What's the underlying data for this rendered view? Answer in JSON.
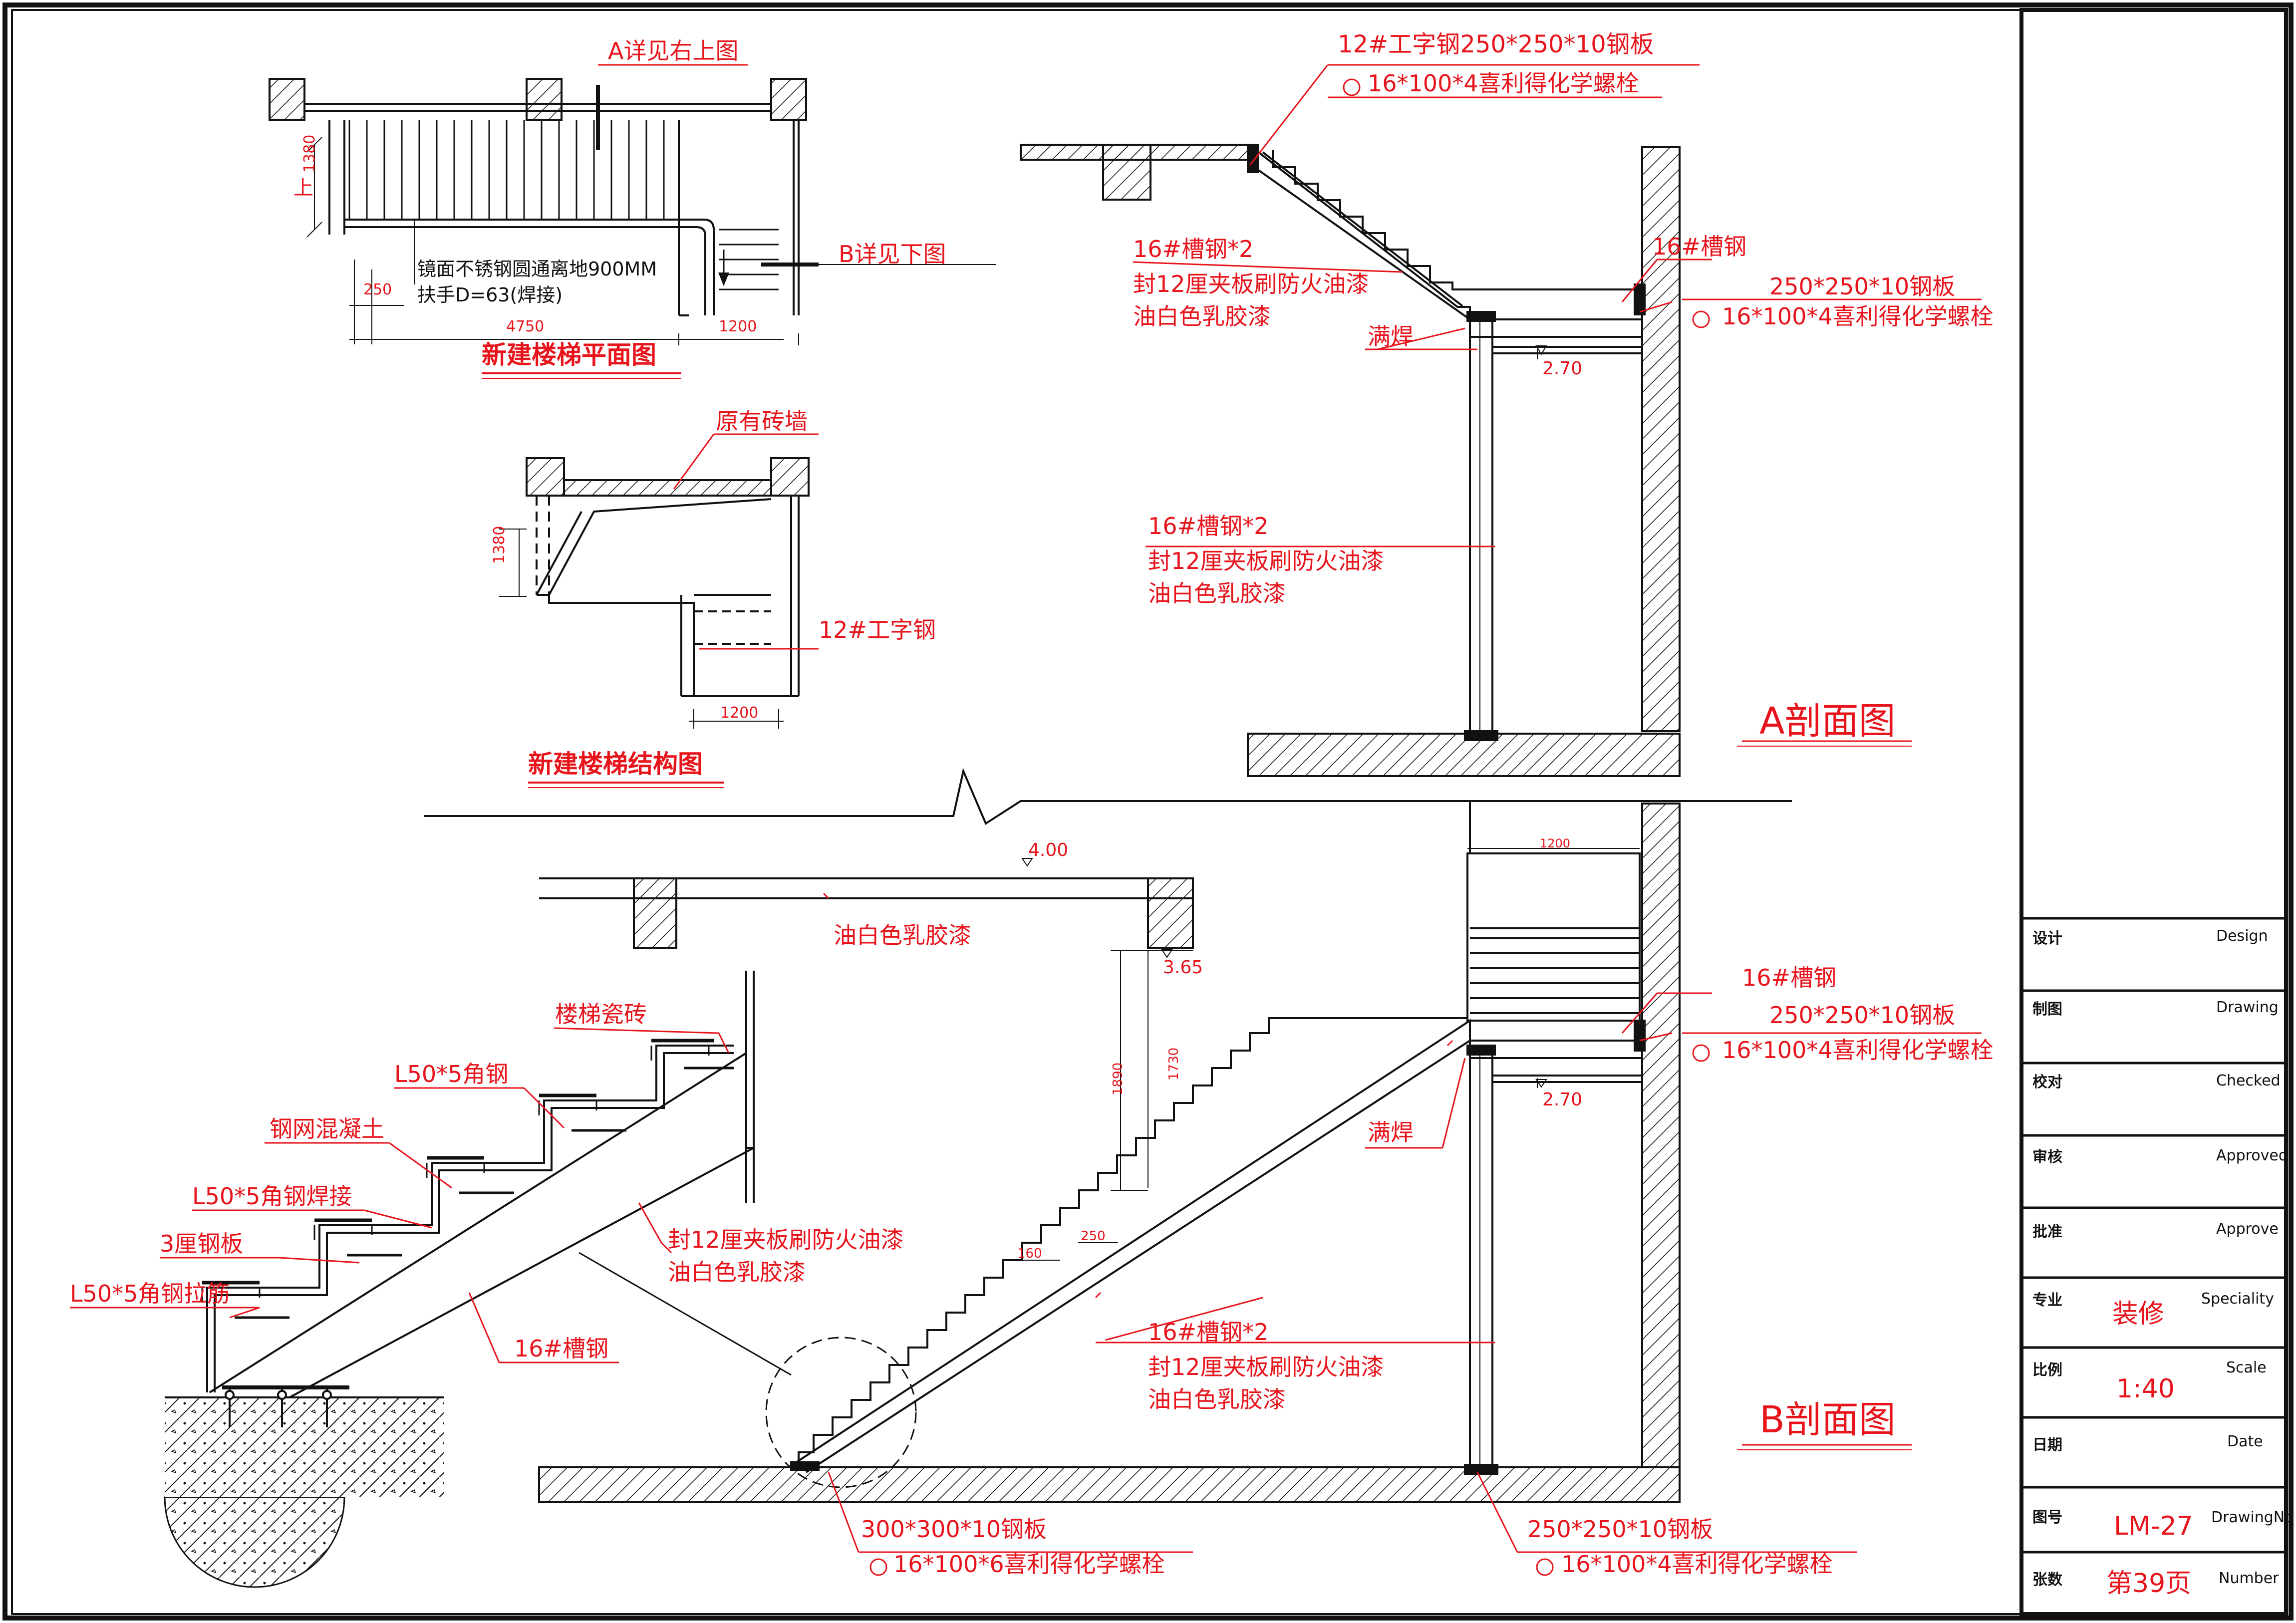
{
  "plan": {
    "title": "新建楼梯平面图",
    "note_a": "A详见右上图",
    "note_b": "B详见下图",
    "handrail_line1": "镜面不锈钢圆通离地900MM",
    "handrail_line2": "扶手D=63(焊接)",
    "dim_1380": "1380",
    "dim_250": "250",
    "dim_4750": "4750",
    "dim_1200": "1200",
    "up_label": "上"
  },
  "structure": {
    "title": "新建楼梯结构图",
    "wall_label": "原有砖墙",
    "beam_label": "12#工字钢",
    "dim_1380": "1380",
    "dim_1200": "1200"
  },
  "section_a": {
    "title": "A剖面图",
    "beam_top": "12#工字钢250*250*10钢板",
    "bolt_top": "16*100*4喜利得化学螺栓",
    "stringer_line1": "16#槽钢*2",
    "stringer_line2": "封12厘夹板刷防火油漆",
    "stringer_line3": "油白色乳胶漆",
    "channel": "16#槽钢",
    "plate": "250*250*10钢板",
    "bolt_right": "16*100*4喜利得化学螺栓",
    "weld": "满焊",
    "level": "2.70",
    "column_line1": "16#槽钢*2",
    "column_line2": "封12厘夹板刷防火油漆",
    "column_line3": "油白色乳胶漆"
  },
  "section_b": {
    "title": "B剖面图",
    "level_top": "4.00",
    "ceiling_paint": "油白色乳胶漆",
    "level_beam": "3.65",
    "dim_1890": "1890",
    "dim_1730": "1730",
    "dim_1200": "1200",
    "channel": "16#槽钢",
    "plate": "250*250*10钢板",
    "bolt_right": "16*100*4喜利得化学螺栓",
    "level_landing": "2.70",
    "weld": "满焊",
    "dim_250": "250",
    "dim_160": "160",
    "stringer_line1": "16#槽钢*2",
    "stringer_line2": "封12厘夹板刷防火油漆",
    "stringer_line3": "油白色乳胶漆",
    "base_plate": "300*300*10钢板",
    "base_bolt": "16*100*6喜利得化学螺栓",
    "col_plate": "250*250*10钢板",
    "col_bolt": "16*100*4喜利得化学螺栓"
  },
  "detail": {
    "tile": "楼梯瓷砖",
    "angle1": "L50*5角钢",
    "mesh_concrete": "钢网混凝土",
    "angle_weld": "L50*5角钢焊接",
    "plate3": "3厘钢板",
    "angle_rebar": "L50*5角钢拉筋",
    "cover_line1": "封12厘夹板刷防火油漆",
    "cover_line2": "油白色乳胶漆",
    "channel": "16#槽钢"
  },
  "title_block": {
    "rows": [
      {
        "cn": "设计",
        "en": "Design",
        "value": ""
      },
      {
        "cn": "制图",
        "en": "Drawing",
        "value": ""
      },
      {
        "cn": "校对",
        "en": "Checked",
        "value": ""
      },
      {
        "cn": "审核",
        "en": "Approved",
        "value": ""
      },
      {
        "cn": "批准",
        "en": "Approve",
        "value": ""
      },
      {
        "cn": "专业",
        "en": "Speciality",
        "value": "装修"
      },
      {
        "cn": "比例",
        "en": "Scale",
        "value": "1:40"
      },
      {
        "cn": "日期",
        "en": "Date",
        "value": ""
      },
      {
        "cn": "图号",
        "en": "DrawingNo",
        "value": "LM-27"
      },
      {
        "cn": "张数",
        "en": "Number",
        "value": "第39页"
      }
    ]
  },
  "colors": {
    "annotation": "#e8141c",
    "linework": "#111111",
    "background": "#ffffff"
  }
}
